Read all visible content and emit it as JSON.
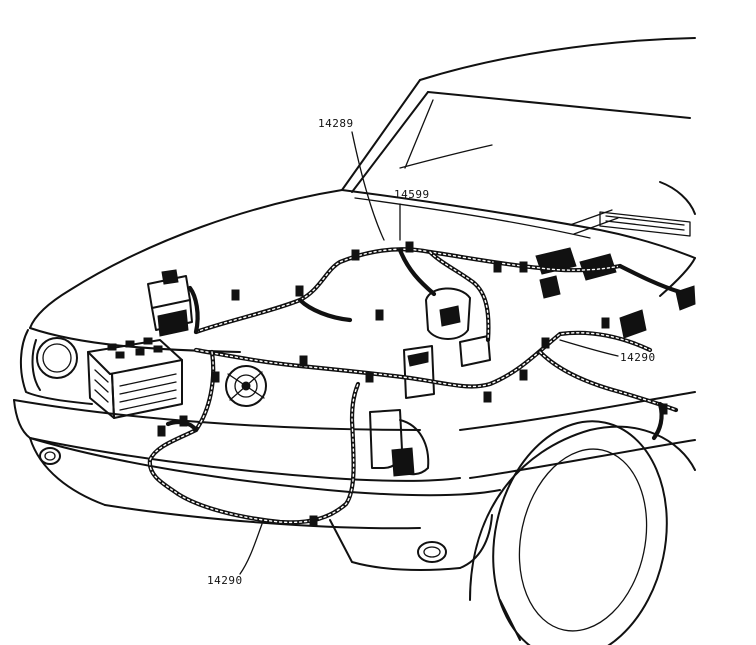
{
  "labels": {
    "harness_upper": "14289",
    "dash_part": "14599",
    "harness_right": "14290",
    "harness_lower": "14290"
  }
}
